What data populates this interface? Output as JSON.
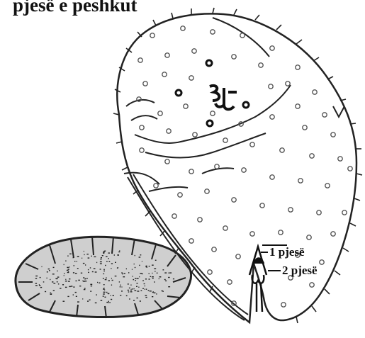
{
  "caption": "pjesë e peshkut",
  "labels": {
    "part1": "1 pjesë",
    "part2": "2 pjesë"
  },
  "colors": {
    "ink": "#222222",
    "section_fill": "#cfcfcf"
  }
}
